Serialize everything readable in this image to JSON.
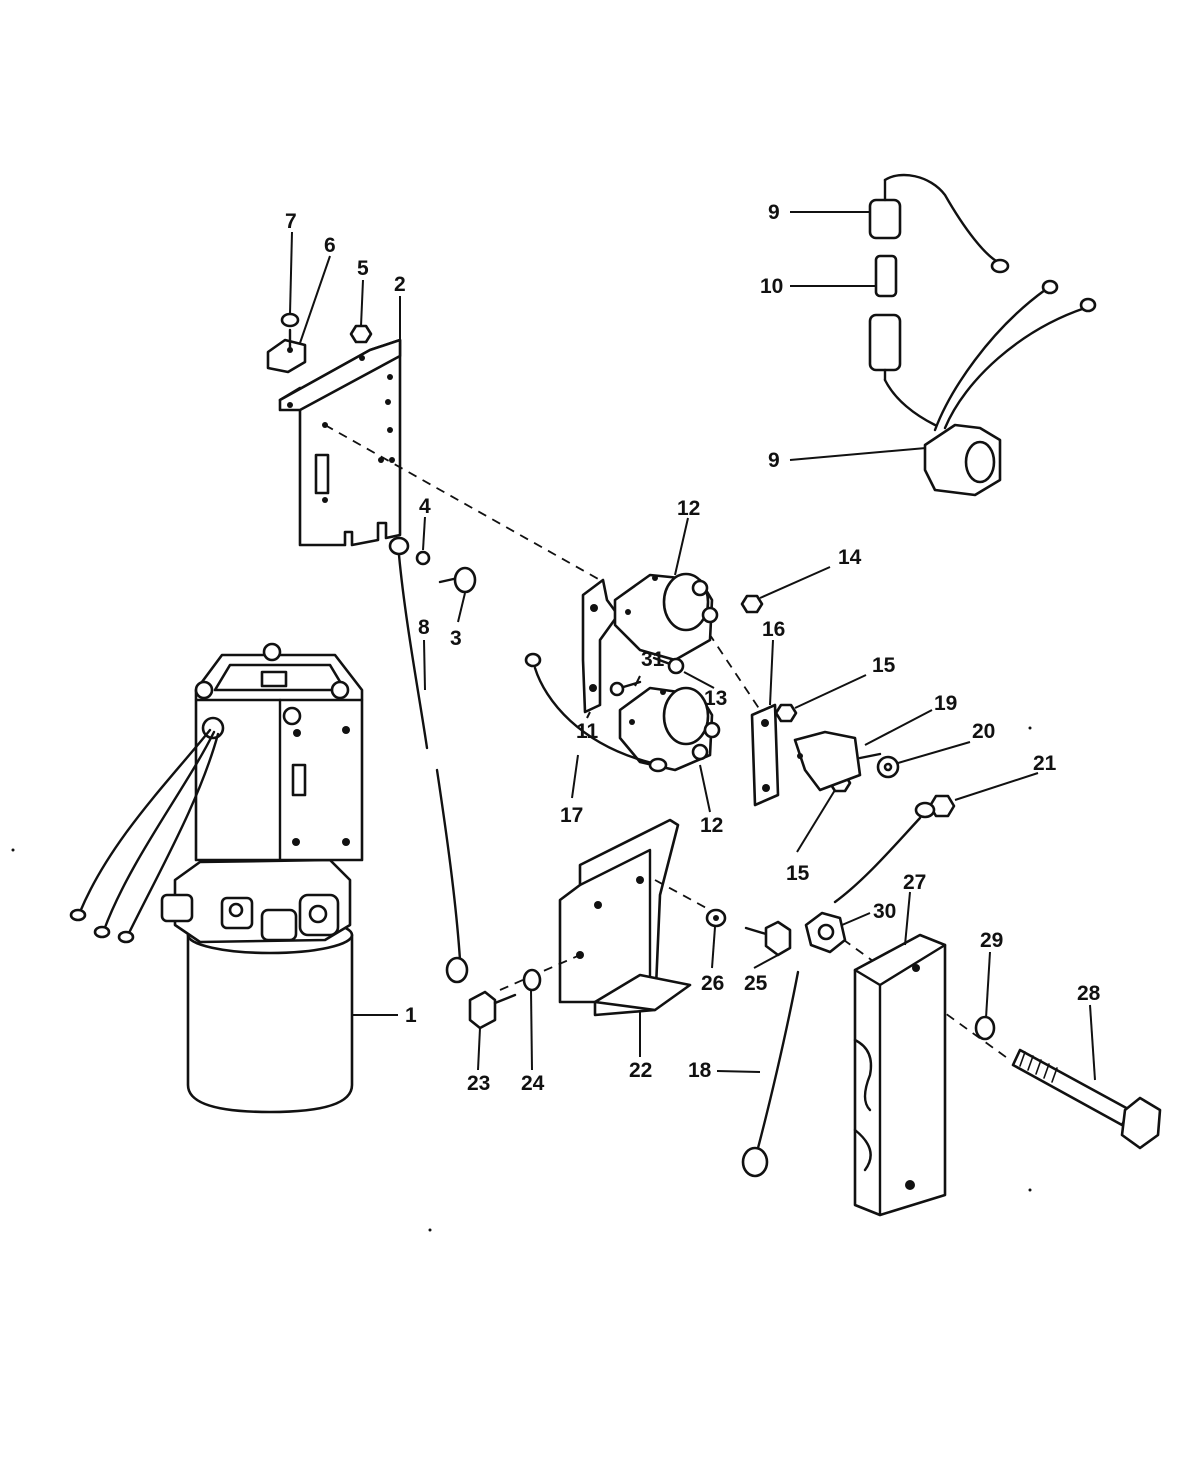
{
  "callouts": [
    {
      "id": "c1",
      "text": "1"
    },
    {
      "id": "c2",
      "text": "2"
    },
    {
      "id": "c3",
      "text": "3"
    },
    {
      "id": "c4",
      "text": "4"
    },
    {
      "id": "c5",
      "text": "5"
    },
    {
      "id": "c6",
      "text": "6"
    },
    {
      "id": "c7",
      "text": "7"
    },
    {
      "id": "c8",
      "text": "8"
    },
    {
      "id": "c9a",
      "text": "9"
    },
    {
      "id": "c9b",
      "text": "9"
    },
    {
      "id": "c10",
      "text": "10"
    },
    {
      "id": "c11",
      "text": "11"
    },
    {
      "id": "c12a",
      "text": "12"
    },
    {
      "id": "c12b",
      "text": "12"
    },
    {
      "id": "c13",
      "text": "13"
    },
    {
      "id": "c14",
      "text": "14"
    },
    {
      "id": "c15a",
      "text": "15"
    },
    {
      "id": "c15b",
      "text": "15"
    },
    {
      "id": "c16",
      "text": "16"
    },
    {
      "id": "c17",
      "text": "17"
    },
    {
      "id": "c18",
      "text": "18"
    },
    {
      "id": "c19",
      "text": "19"
    },
    {
      "id": "c20",
      "text": "20"
    },
    {
      "id": "c21",
      "text": "21"
    },
    {
      "id": "c22",
      "text": "22"
    },
    {
      "id": "c23",
      "text": "23"
    },
    {
      "id": "c24",
      "text": "24"
    },
    {
      "id": "c25",
      "text": "25"
    },
    {
      "id": "c26",
      "text": "26"
    },
    {
      "id": "c27",
      "text": "27"
    },
    {
      "id": "c28",
      "text": "28"
    },
    {
      "id": "c29",
      "text": "29"
    },
    {
      "id": "c30",
      "text": "30"
    },
    {
      "id": "c31",
      "text": "31"
    }
  ]
}
